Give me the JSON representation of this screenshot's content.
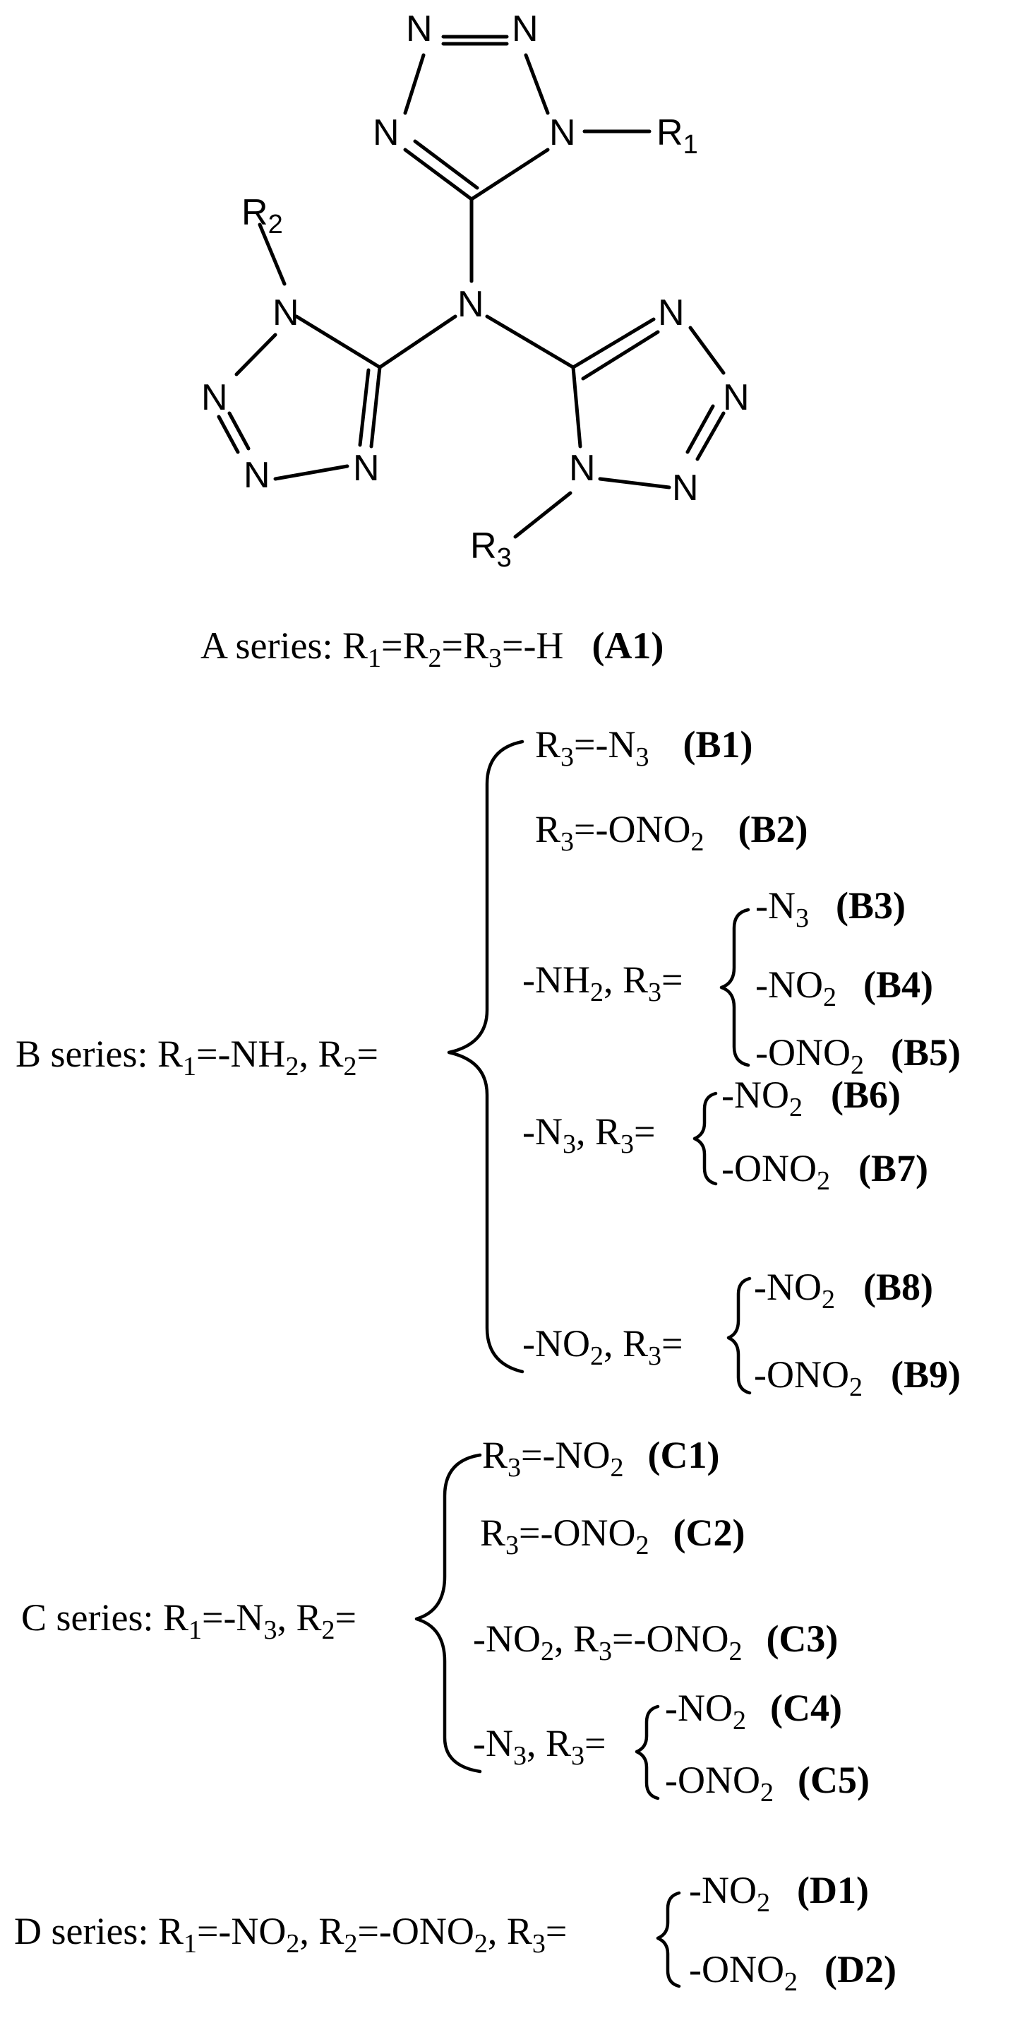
{
  "structure": {
    "atom_n": "N",
    "r1": "R",
    "r1_sub": "1",
    "r2": "R",
    "r2_sub": "2",
    "r3": "R",
    "r3_sub": "3"
  },
  "series_a": {
    "lead": "A series: R",
    "rest": "=-H",
    "code": "(A1)"
  },
  "series_b": {
    "lead": "B series: R",
    "mid": "=-NH",
    "tail": ", R",
    "items": [
      {
        "text": "R",
        "s1": "3",
        "t2": "=-N",
        "s2": "3",
        "code": "(B1)"
      },
      {
        "text": "R",
        "s1": "3",
        "t2": "=-ONO",
        "s2": "2",
        "code": "(B2)"
      }
    ],
    "nh2_prefix": "-NH",
    "nh2_tail": ", R",
    "nh2_items": [
      {
        "text": "-N",
        "sub": "3",
        "code": "(B3)"
      },
      {
        "text": "-NO",
        "sub": "2",
        "code": "(B4)"
      },
      {
        "text": "-ONO",
        "sub": "2",
        "code": "(B5)"
      }
    ],
    "n3_prefix": "-N",
    "n3_tail": ", R",
    "n3_items": [
      {
        "text": "-NO",
        "sub": "2",
        "code": "(B6)"
      },
      {
        "text": "-ONO",
        "sub": "2",
        "code": "(B7)"
      }
    ],
    "no2_prefix": "-NO",
    "no2_tail": ", R",
    "no2_items": [
      {
        "text": "-NO",
        "sub": "2",
        "code": "(B8)"
      },
      {
        "text": "-ONO",
        "sub": "2",
        "code": "(B9)"
      }
    ]
  },
  "series_c": {
    "lead": "C series: R",
    "mid": "=-N",
    "tail": ", R",
    "items": [
      {
        "text": "R",
        "s1": "3",
        "t2": "=-NO",
        "s2": "2",
        "code": "(C1)"
      },
      {
        "text": "R",
        "s1": "3",
        "t2": "=-ONO",
        "s2": "2",
        "code": "(C2)"
      }
    ],
    "c3_a": "-NO",
    "c3_b": ", R",
    "c3_c": "=-ONO",
    "c3_code": "(C3)",
    "n3_prefix": "-N",
    "n3_tail": ", R",
    "n3_items": [
      {
        "text": "-NO",
        "sub": "2",
        "code": "(C4)"
      },
      {
        "text": "-ONO",
        "sub": "2",
        "code": "(C5)"
      }
    ]
  },
  "series_d": {
    "lead": "D series: R",
    "mid": "=-NO",
    "tail1": ", R",
    "mid2": "=-ONO",
    "tail2": ", R",
    "items": [
      {
        "text": "-NO",
        "sub": "2",
        "code": "(D1)"
      },
      {
        "text": "-ONO",
        "sub": "2",
        "code": "(D2)"
      }
    ]
  },
  "common": {
    "eq": "=",
    "s1": "1",
    "s2": "2",
    "s3": "3"
  }
}
